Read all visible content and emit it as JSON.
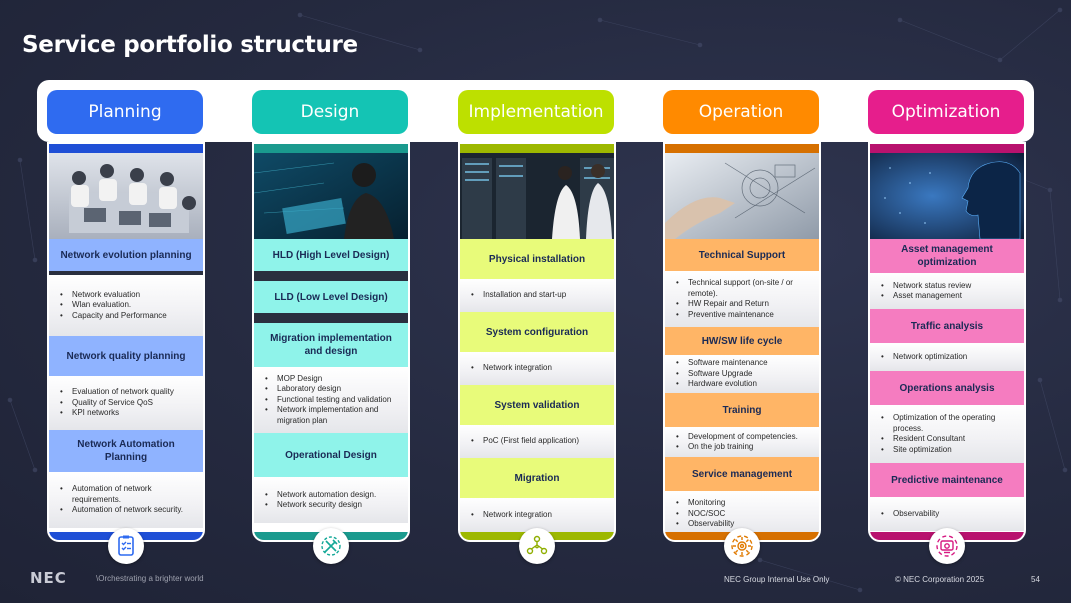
{
  "slide": {
    "title": "Service portfolio structure",
    "colors": {
      "background": "#252a40",
      "planning": "#2f6bf0",
      "design": "#14c4b4",
      "implementation": "#bde000",
      "operation": "#ff8a00",
      "optimization": "#e61e8c"
    }
  },
  "columns": [
    {
      "title": "Planning",
      "color": "#2f6bf0",
      "strip": "#1f4fd6",
      "icon": "checklist-icon",
      "sections": [
        {
          "heading": "Network evolution planning",
          "items": [
            "Network evaluation",
            "Wlan evaluation.",
            "Capacity and Performance"
          ]
        },
        {
          "heading": "Network quality planning",
          "items": [
            "Evaluation of network quality",
            "Quality of Service QoS",
            "KPI networks"
          ]
        },
        {
          "heading": "Network Automation Planning",
          "items": [
            "Automation of network requirements.",
            "Automation of network security."
          ]
        }
      ]
    },
    {
      "title": "Design",
      "color": "#14c4b4",
      "strip": "#1a9a8e",
      "icon": "design-tools-icon",
      "sections": [
        {
          "heading": "HLD (High Level Design)",
          "items": []
        },
        {
          "heading": "LLD (Low Level Design)",
          "items": []
        },
        {
          "heading": "Migration implementation and design",
          "items": [
            "MOP Design",
            "Laboratory design",
            "Functional testing and validation",
            "Network implementation and migration plan"
          ]
        },
        {
          "heading": "Operational Design",
          "items": [
            "Network automation design.",
            "Network security design"
          ]
        }
      ]
    },
    {
      "title": "Implementation",
      "color": "#bde000",
      "strip": "#9db800",
      "icon": "network-nodes-icon",
      "sections": [
        {
          "heading": "Physical installation",
          "items": [
            "Installation and start-up"
          ]
        },
        {
          "heading": "System configuration",
          "items": [
            "Network integration"
          ]
        },
        {
          "heading": "System validation",
          "items": [
            "PoC (First field application)"
          ]
        },
        {
          "heading": "Migration",
          "items": [
            "Network integration"
          ]
        }
      ]
    },
    {
      "title": "Operation",
      "color": "#ff8a00",
      "strip": "#d67000",
      "icon": "gear-cycle-icon",
      "sections": [
        {
          "heading": "Technical Support",
          "items": [
            "Technical support (on-site / or remote).",
            "HW Repair and Return",
            "Preventive maintenance"
          ]
        },
        {
          "heading": "HW/SW life cycle",
          "items": [
            "Software maintenance",
            "Software Upgrade",
            "Hardware evolution"
          ]
        },
        {
          "heading": "Training",
          "items": [
            "Development of competencies.",
            "On the job training"
          ]
        },
        {
          "heading": "Service management",
          "items": [
            "Monitoring",
            "NOC/SOC",
            "Observability"
          ]
        }
      ]
    },
    {
      "title": "Optimization",
      "color": "#e61e8c",
      "strip": "#b8126e",
      "icon": "optimize-gauge-icon",
      "sections": [
        {
          "heading": "Asset management optimization",
          "items": [
            "Network status review",
            "Asset management"
          ]
        },
        {
          "heading": "Traffic analysis",
          "items": [
            "Network optimization"
          ]
        },
        {
          "heading": "Operations analysis",
          "items": [
            "Optimization of the operating process.",
            "Resident Consultant",
            "Site optimization"
          ]
        },
        {
          "heading": "Predictive maintenance",
          "items": [
            "Observability"
          ]
        }
      ]
    }
  ],
  "footer": {
    "logo": "NEC",
    "tagline": "\\Orchestrating a brighter world",
    "classification": "NEC Group Internal Use Only",
    "copyright": "© NEC Corporation 2025",
    "page": "54"
  }
}
